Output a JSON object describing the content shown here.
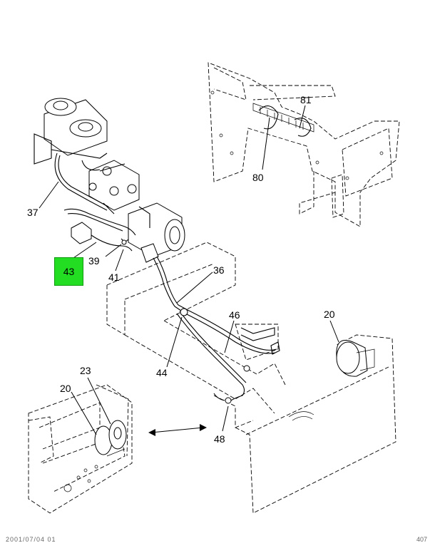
{
  "diagram": {
    "callouts": {
      "c37": "37",
      "c39": "39",
      "c41": "41",
      "c36": "36",
      "c46": "46",
      "c44": "44",
      "c48": "48",
      "c20_right": "20",
      "c20_left": "20",
      "c23": "23",
      "c80": "80",
      "c81": "81"
    },
    "highlight": {
      "label": "43",
      "color": "#22dd22"
    },
    "footer": {
      "left": "2001/07/04 01",
      "right": "407"
    }
  }
}
